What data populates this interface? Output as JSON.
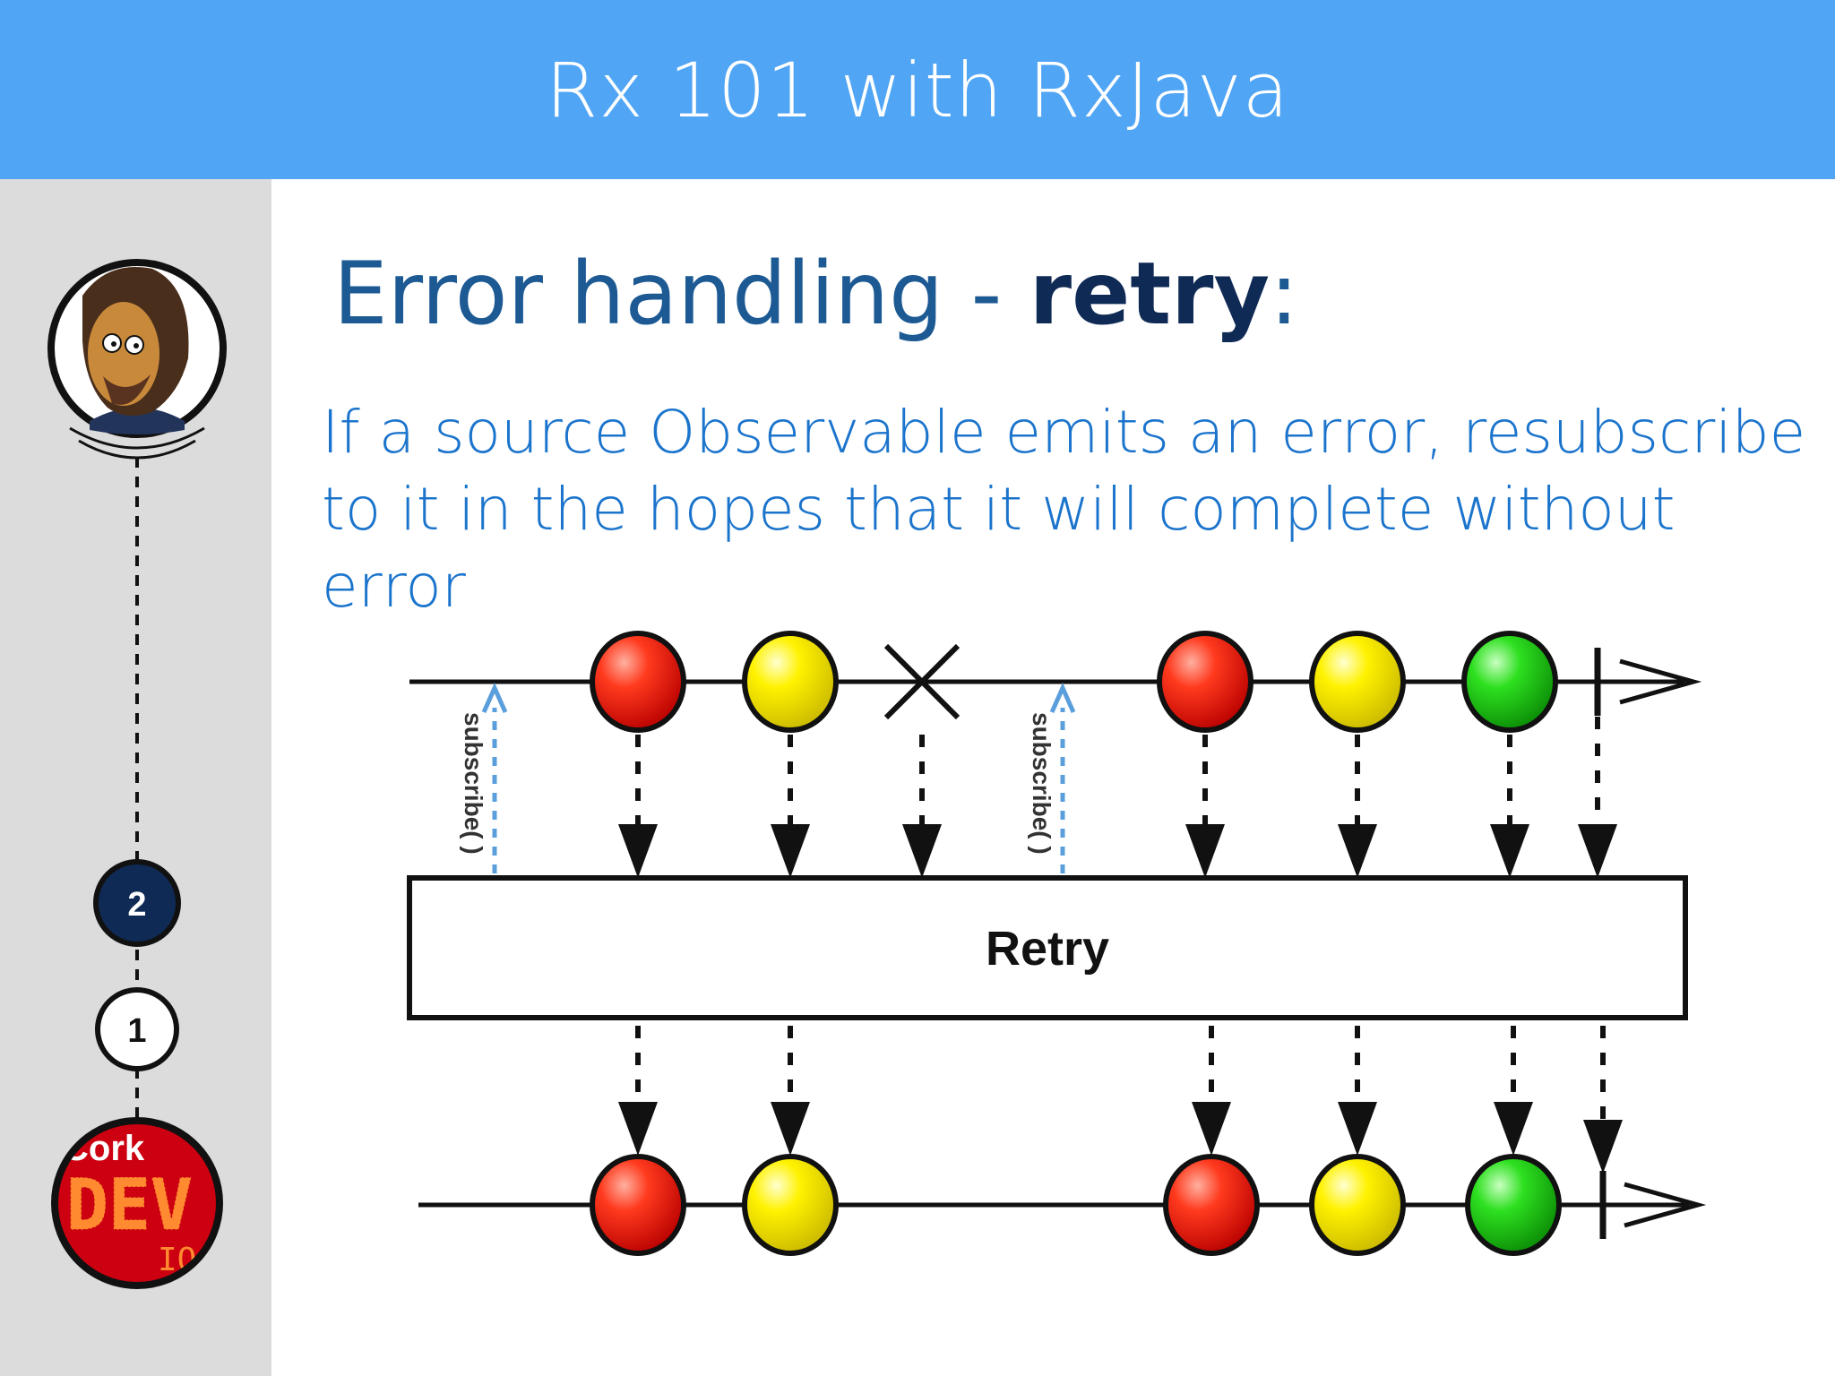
{
  "header": {
    "title": "Rx 101 with RxJava"
  },
  "sidebar": {
    "avatar": "presenter-cartoon-avatar",
    "steps": [
      {
        "label": "2",
        "active": true
      },
      {
        "label": "1",
        "active": false
      }
    ],
    "logo": {
      "top": "Cork",
      "main": "DEV",
      "bottom": "IO"
    }
  },
  "slide": {
    "heading_plain": "Error handling - ",
    "heading_bold": "retry",
    "heading_suffix": ":",
    "body": "If a source Observable emits an error, resubscribe to it in the hopes that it will complete without error"
  },
  "diagram": {
    "operator_label": "Retry",
    "subscribe_label": "subscribe( )",
    "colors": {
      "red": "#e8120c",
      "yellow": "#f5ee00",
      "green": "#1fd21a",
      "subscribe_arrow": "#5a9fdc"
    },
    "source_events": [
      "red",
      "yellow",
      "error",
      "red",
      "yellow",
      "green",
      "complete"
    ],
    "output_events": [
      "red",
      "yellow",
      "red",
      "yellow",
      "green",
      "complete"
    ]
  }
}
